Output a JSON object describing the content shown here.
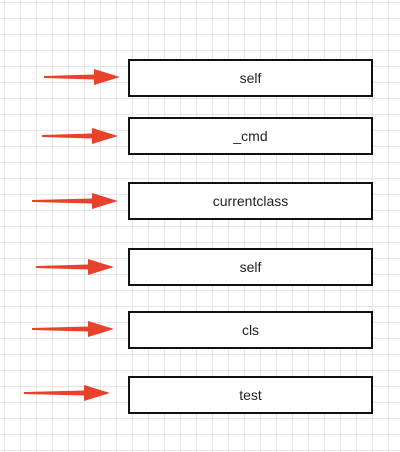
{
  "stack": {
    "slots": [
      {
        "label": "self"
      },
      {
        "label": "_cmd"
      },
      {
        "label": "currentclass"
      },
      {
        "label": "self"
      },
      {
        "label": "cls"
      },
      {
        "label": "test"
      }
    ]
  },
  "colors": {
    "arrow": "#e8412c",
    "box_border": "#111111",
    "text": "#222222",
    "grid_line": "#e6e6e6",
    "background": "#ffffff"
  }
}
